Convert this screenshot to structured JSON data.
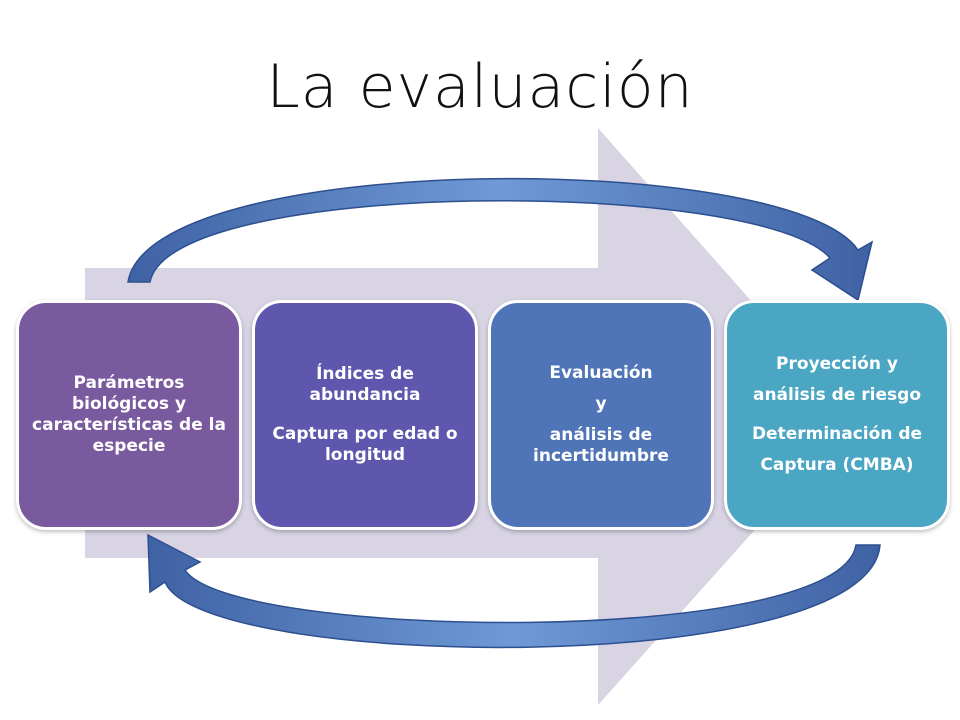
{
  "title": "La evaluación",
  "colors": {
    "arrow_fill": "#d8d4e4",
    "box1": "#7a5a9f",
    "box2": "#5f56ad",
    "box3": "#4f74b8",
    "box4": "#4aa6c3",
    "loop_arrow": "#4a70b0"
  },
  "steps": [
    {
      "lines": [
        "Parámetros biológicos y características de la especie"
      ]
    },
    {
      "lines": [
        "Índices de abundancia",
        "Captura por edad o longitud"
      ]
    },
    {
      "lines": [
        "Evaluación",
        "y",
        "análisis de incertidumbre"
      ]
    },
    {
      "lines": [
        "Proyección y",
        "análisis de riesgo",
        "Determinación de",
        "Captura (CMBA)"
      ]
    }
  ]
}
